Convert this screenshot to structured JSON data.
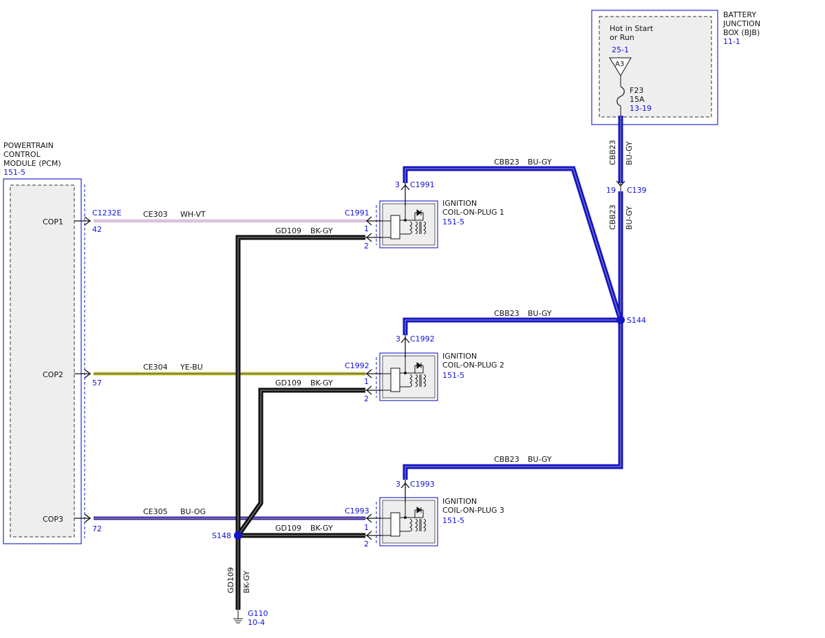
{
  "colors": {
    "ref_blue": "#1010d8",
    "wire_bu_gy": "#1515cc",
    "wire_bk_gy": "#111111",
    "wire_wh_vt": "#c9a3c9",
    "wire_ye_bu": "#c8c820",
    "wire_bu_og": "#2a2ab8",
    "box_outline": "#3a3ad0",
    "box_fill": "#eeeeee"
  },
  "bjb": {
    "title_line1": "BATTERY",
    "title_line2": "JUNCTION",
    "title_line3": "BOX (BJB)",
    "ref": "11-1",
    "hot_line1": "Hot in Start",
    "hot_line2": "or Run",
    "hot_ref": "25-1",
    "pin": "A3",
    "fuse_name": "F23",
    "fuse_rating": "15A",
    "fuse_ref": "13-19"
  },
  "pcm": {
    "title_line1": "POWERTRAIN",
    "title_line2": "CONTROL",
    "title_line3": "MODULE (PCM)",
    "ref": "151-5",
    "connector": "C1232E",
    "pins": [
      {
        "label": "COP1",
        "pin": "42"
      },
      {
        "label": "COP2",
        "pin": "57"
      },
      {
        "label": "COP3",
        "pin": "72"
      }
    ]
  },
  "coils": [
    {
      "line1": "IGNITION",
      "line2": "COIL-ON-PLUG 1",
      "ref": "151-5",
      "connector": "C1991",
      "pin_signal": "1",
      "pin_ground": "2",
      "pin_power": "3"
    },
    {
      "line1": "IGNITION",
      "line2": "COIL-ON-PLUG 2",
      "ref": "151-5",
      "connector": "C1992",
      "pin_signal": "1",
      "pin_ground": "2",
      "pin_power": "3"
    },
    {
      "line1": "IGNITION",
      "line2": "COIL-ON-PLUG 3",
      "ref": "151-5",
      "connector": "C1993",
      "pin_signal": "1",
      "pin_ground": "2",
      "pin_power": "3"
    }
  ],
  "wires": {
    "cop1": {
      "circuit": "CE303",
      "color": "WH-VT"
    },
    "cop2": {
      "circuit": "CE304",
      "color": "YE-BU"
    },
    "cop3": {
      "circuit": "CE305",
      "color": "BU-OG"
    },
    "ground": {
      "circuit": "GD109",
      "color": "BK-GY"
    },
    "power": {
      "circuit": "CBB23",
      "color": "BU-GY"
    }
  },
  "splices": {
    "power": "S144",
    "ground": "S148"
  },
  "c139": {
    "name": "C139",
    "pin": "19"
  },
  "ground_point": {
    "name": "G110",
    "ref": "10-4"
  }
}
